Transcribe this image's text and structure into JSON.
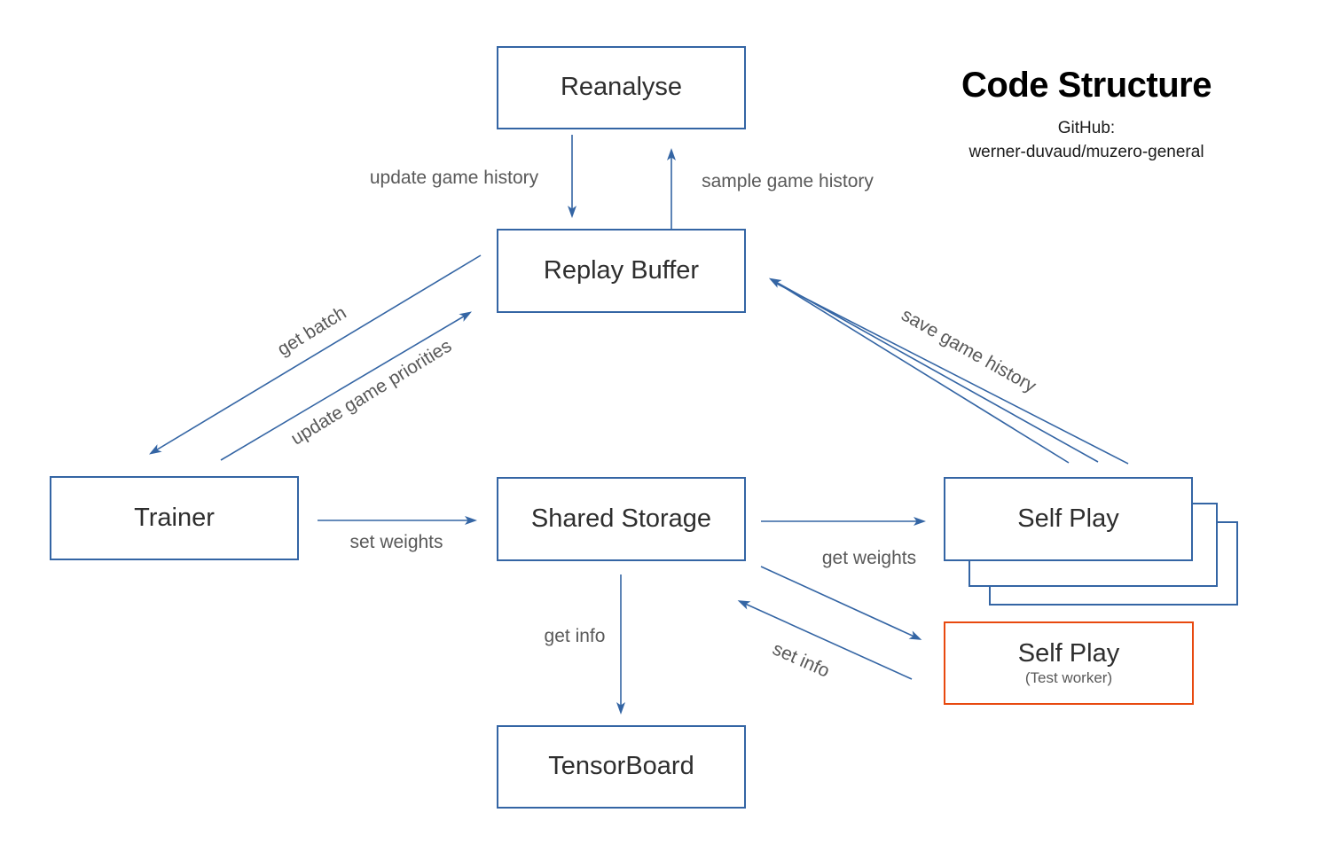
{
  "title": {
    "heading": "Code Structure",
    "subtitle_line1": "GitHub:",
    "subtitle_line2": "werner-duvaud/muzero-general"
  },
  "nodes": {
    "reanalyse": {
      "label": "Reanalyse"
    },
    "replay_buffer": {
      "label": "Replay Buffer"
    },
    "trainer": {
      "label": "Trainer"
    },
    "shared_storage": {
      "label": "Shared Storage"
    },
    "self_play": {
      "label": "Self Play"
    },
    "self_play_test": {
      "label": "Self Play",
      "sublabel": "(Test worker)"
    },
    "tensorboard": {
      "label": "TensorBoard"
    }
  },
  "edges": {
    "update_game_history": "update game history",
    "sample_game_history": "sample game history",
    "get_batch": "get batch",
    "update_game_priorities": "update game priorities",
    "set_weights": "set weights",
    "get_weights": "get weights",
    "save_game_history": "save game history",
    "set_info": "set info",
    "get_info": "get info"
  },
  "colors": {
    "node_border": "#3465a4",
    "arrow": "#3465a4",
    "test_worker_border": "#e8490f",
    "node_text": "#2e2e2e",
    "label_text": "#595959",
    "title_text": "#000000"
  }
}
